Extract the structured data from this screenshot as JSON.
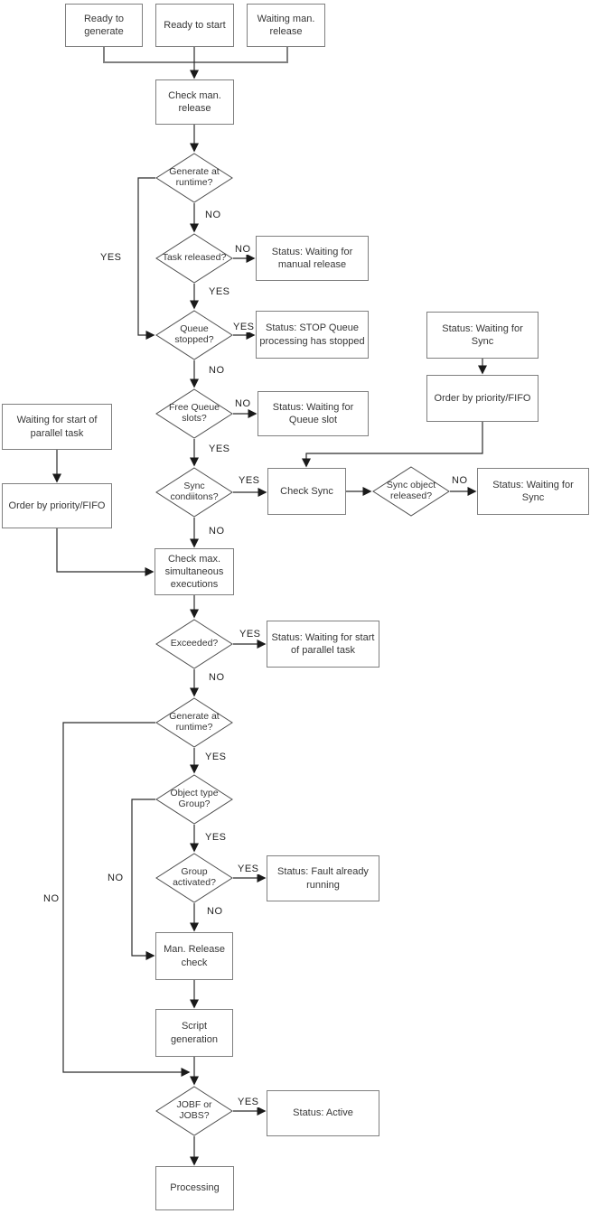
{
  "diagram": {
    "type": "flowchart",
    "nodes": {
      "ready_generate": "Ready to generate",
      "ready_start": "Ready to start",
      "waiting_man_release": "Waiting man. release",
      "check_man_release": "Check man. release",
      "generate_runtime_1": "Generate at runtime?",
      "task_released": "Task released?",
      "status_waiting_manual_release": "Status: Waiting for manual release",
      "queue_stopped": "Queue stopped?",
      "status_stop_queue": "Status: STOP Queue processing has stopped",
      "free_queue_slots": "Free Queue slots?",
      "status_waiting_queue_slot": "Status: Waiting for Queue slot",
      "status_waiting_sync_top": "Status: Waiting for Sync",
      "order_by_priority_right": "Order by priority/FIFO",
      "waiting_start_parallel": "Waiting for start of parallel task",
      "order_by_priority_left": "Order by priority/FIFO",
      "sync_conditions": "Sync condiitons?",
      "check_sync": "Check Sync",
      "sync_object_released": "Sync object released?",
      "status_waiting_sync_right": "Status: Waiting for Sync",
      "check_max": "Check max. simultaneous executions",
      "exceeded": "Exceeded?",
      "status_waiting_parallel": "Status: Waiting for start of parallel task",
      "generate_runtime_2": "Generate at runtime?",
      "object_type_group": "Object type Group?",
      "group_activated": "Group activated?",
      "status_fault_running": "Status: Fault already running",
      "man_release_check": "Man. Release check",
      "script_generation": "Script generation",
      "jobf_jobs": "JOBF or JOBS?",
      "status_active": "Status: Active",
      "processing": "Processing"
    },
    "edge_labels": {
      "yes": "YES",
      "no": "NO"
    },
    "colors": {
      "box_border": "#7f7f7f",
      "diamond_border": "#4d4d4d",
      "line": "#2b2b2b",
      "text": "#363636"
    }
  }
}
